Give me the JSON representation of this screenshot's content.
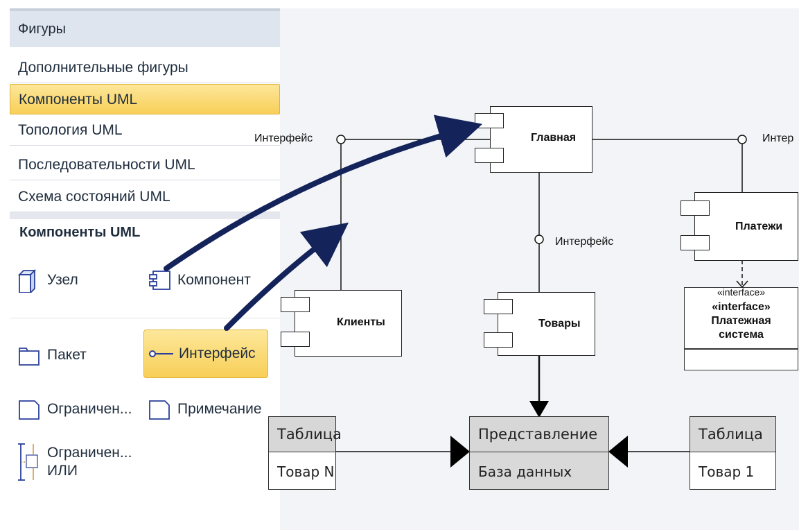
{
  "panel": {
    "title": "Фигуры",
    "stencils": [
      "Дополнительные фигуры",
      "Компоненты UML",
      "Топология UML",
      "Последовательности UML",
      "Схема состояний UML"
    ],
    "active_stencil": "Компоненты UML",
    "group_title": "Компоненты UML",
    "shapes": {
      "node": "Узел",
      "component": "Компонент",
      "package": "Пакет",
      "interface": "Интерфейс",
      "constraint": "Ограничен...",
      "note": "Примечание",
      "constraint_or_1": "Ограничен...",
      "constraint_or_2": "ИЛИ"
    },
    "accent_color": "#f8cf58",
    "arrow_color": "#14235a"
  },
  "diagram": {
    "main": "Главная",
    "clients": "Клиенты",
    "goods": "Товары",
    "payments": "Платежи",
    "iface_left": "Интерфейс",
    "iface_mid": "Интерфейс",
    "iface_right": "Интер",
    "pay_sys_overlap": "«interface»",
    "pay_sys_stereotype": "«interface»",
    "pay_sys_name1": "Платежная",
    "pay_sys_name2": "система",
    "table_left_header": "Таблица",
    "table_left_row": "Товар N",
    "view_header": "Представление",
    "view_row": "База данных",
    "table_right_header": "Таблица",
    "table_right_row": "Товар 1"
  }
}
